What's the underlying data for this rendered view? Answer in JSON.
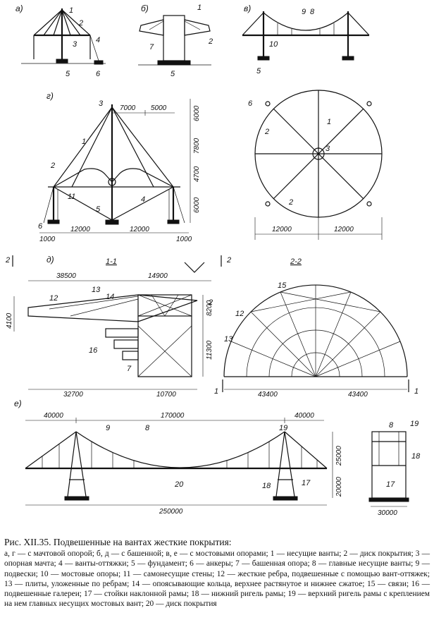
{
  "figure": {
    "panel_a": {
      "tag": "а)",
      "labels": [
        "1",
        "2",
        "3",
        "4",
        "5",
        "6"
      ]
    },
    "panel_b": {
      "tag": "б)",
      "labels": [
        "1",
        "2",
        "7",
        "5"
      ]
    },
    "panel_v": {
      "tag": "в)",
      "labels": [
        "9",
        "8",
        "10",
        "5"
      ]
    },
    "panel_g": {
      "tag": "г)",
      "labels": [
        "3",
        "1",
        "2",
        "4",
        "5",
        "11",
        "6"
      ],
      "dims_top": [
        "7000",
        "5000"
      ],
      "dims_right": [
        "6000",
        "7800",
        "4700",
        "6000"
      ],
      "dims_bottom": [
        "1000",
        "12000",
        "12000",
        "1000"
      ]
    },
    "panel_plan": {
      "labels": [
        "6",
        "1",
        "2",
        "3",
        "2"
      ],
      "dims_bottom": [
        "12000",
        "12000"
      ]
    },
    "panel_d": {
      "tag": "д)",
      "section_marks": [
        "2",
        "2"
      ],
      "section_1": "1-1",
      "section_2": "2-2",
      "labels_left": [
        "12",
        "13",
        "14",
        "16",
        "7",
        "2"
      ],
      "dims_top": [
        "38500",
        "14900"
      ],
      "dims_left": [
        "4100"
      ],
      "dims_right": [
        "8200",
        "11300"
      ],
      "dims_bottom": [
        "32700",
        "10700"
      ],
      "labels_right": [
        "15",
        "12",
        "13"
      ],
      "dims_bottom_right": [
        "43400",
        "43400"
      ],
      "axis_marks": [
        "1",
        "1"
      ]
    },
    "panel_e": {
      "tag": "е)",
      "dims_top": [
        "40000",
        "170000",
        "40000"
      ],
      "dims_right": [
        "25000",
        "20000"
      ],
      "dim_bottom": "250000",
      "labels": [
        "8",
        "9",
        "19",
        "20",
        "18",
        "17"
      ],
      "side_labels": [
        "8",
        "19",
        "18",
        "17"
      ],
      "side_dim": "30000"
    }
  },
  "caption": {
    "title": "Рис. XII.35. Подвешенные на вантах жесткие покрытия:",
    "body": "а, г — с мачтовой опорой; б, д — с башенной; в, е — с мостовыми опорами; 1 — несущие ванты; 2 — диск покрытия; 3 — опорная мачта; 4 — ванты-оттяжки; 5 — фундамент; 6 — анкеры; 7 — башенная опора; 8 — главные несущие ванты; 9 — подвески; 10 — мостовые опоры; 11 — самонесущие стены; 12 — жесткие ребра, подвешенные с помощью вант-оттяжек; 13 — плиты, уложенные по ребрам; 14 — опоясывающие кольца, верхнее растянутое и нижнее сжатое; 15 — связи; 16 — подвешенные галереи; 17 — стойки наклонной рамы; 18 — нижний ригель рамы; 19 — верхний ригель рамы с креплением на нем главных несущих мостовых вант; 20 — диск покрытия"
  }
}
